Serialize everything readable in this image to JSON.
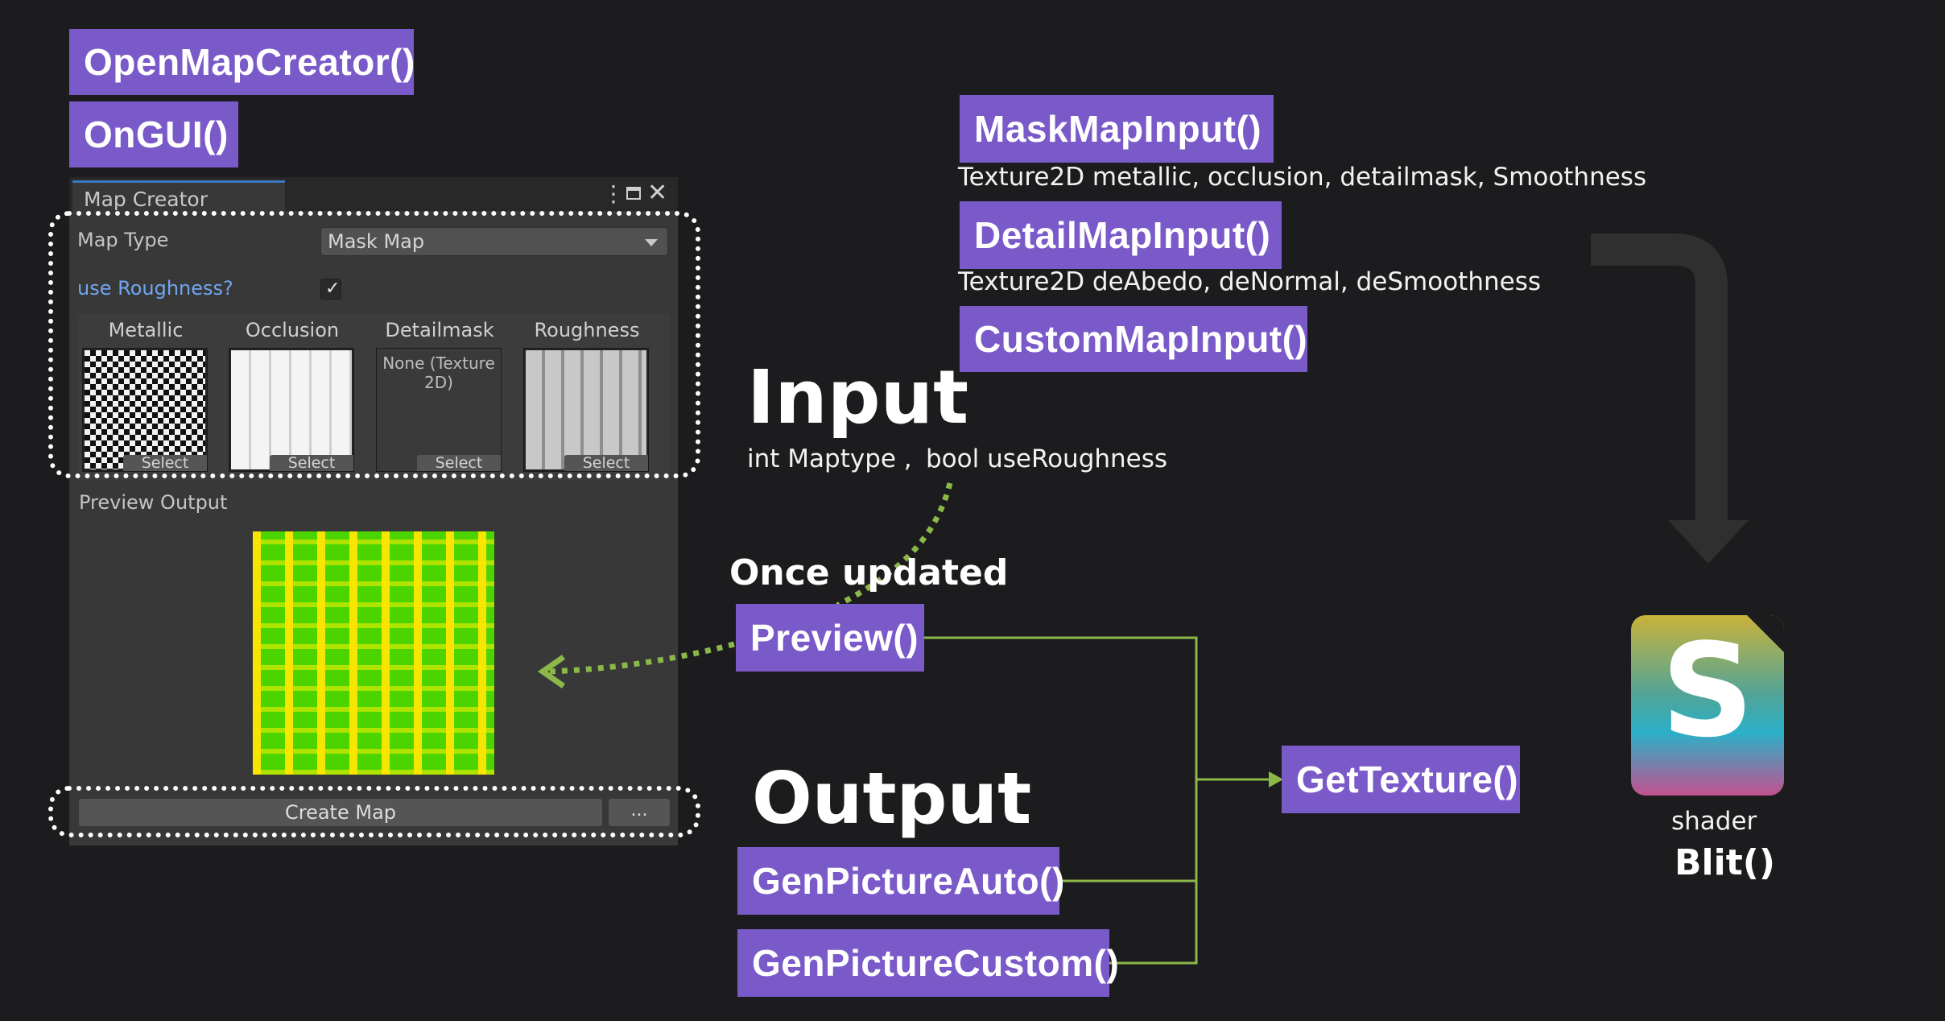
{
  "functions": {
    "open_map_creator": "OpenMapCreator()",
    "on_gui": "OnGUI()",
    "mask_map_input": "MaskMapInput()",
    "detail_map_input": "DetailMapInput()",
    "custom_map_input": "CustomMapInput()",
    "preview": "Preview()",
    "get_texture": "GetTexture()",
    "gen_picture_auto": "GenPictureAuto()",
    "gen_picture_custom": "GenPictureCustom()",
    "blit": "Blit()"
  },
  "captions": {
    "mask_inputs": "Texture2D metallic, occlusion, detailmask, Smoothness",
    "detail_inputs": "Texture2D deAbedo, deNormal, deSmoothness",
    "input_title": "Input",
    "input_params_1": "int Maptype ,",
    "input_params_2": "bool useRoughness",
    "once_updated": "Once updated",
    "output_title": "Output",
    "shader_label": "shader"
  },
  "window": {
    "title": "Map Creator",
    "map_type_label": "Map Type",
    "map_type_value": "Mask Map",
    "use_roughness_label": "use Roughness?",
    "use_roughness_checked": true,
    "textures": [
      {
        "label": "Metallic",
        "select": "Select"
      },
      {
        "label": "Occlusion",
        "select": "Select"
      },
      {
        "label": "Detailmask",
        "select": "Select",
        "empty_text": "None (Texture 2D)"
      },
      {
        "label": "Roughness",
        "select": "Select"
      }
    ],
    "preview_label": "Preview Output",
    "create_button": "Create Map",
    "more_button": "..."
  },
  "colors": {
    "background": "#1c1c1e",
    "function_box": "#7a5ac8",
    "connector": "#8cb84a",
    "big_arrow": "#2f2f2f"
  },
  "icons": {
    "window_menu": "kebab-menu-icon",
    "window_maximize": "maximize-icon",
    "window_close": "close-icon",
    "checkbox": "checkmark-icon",
    "dropdown": "chevron-down-icon",
    "shader": "shader-graph-icon"
  }
}
